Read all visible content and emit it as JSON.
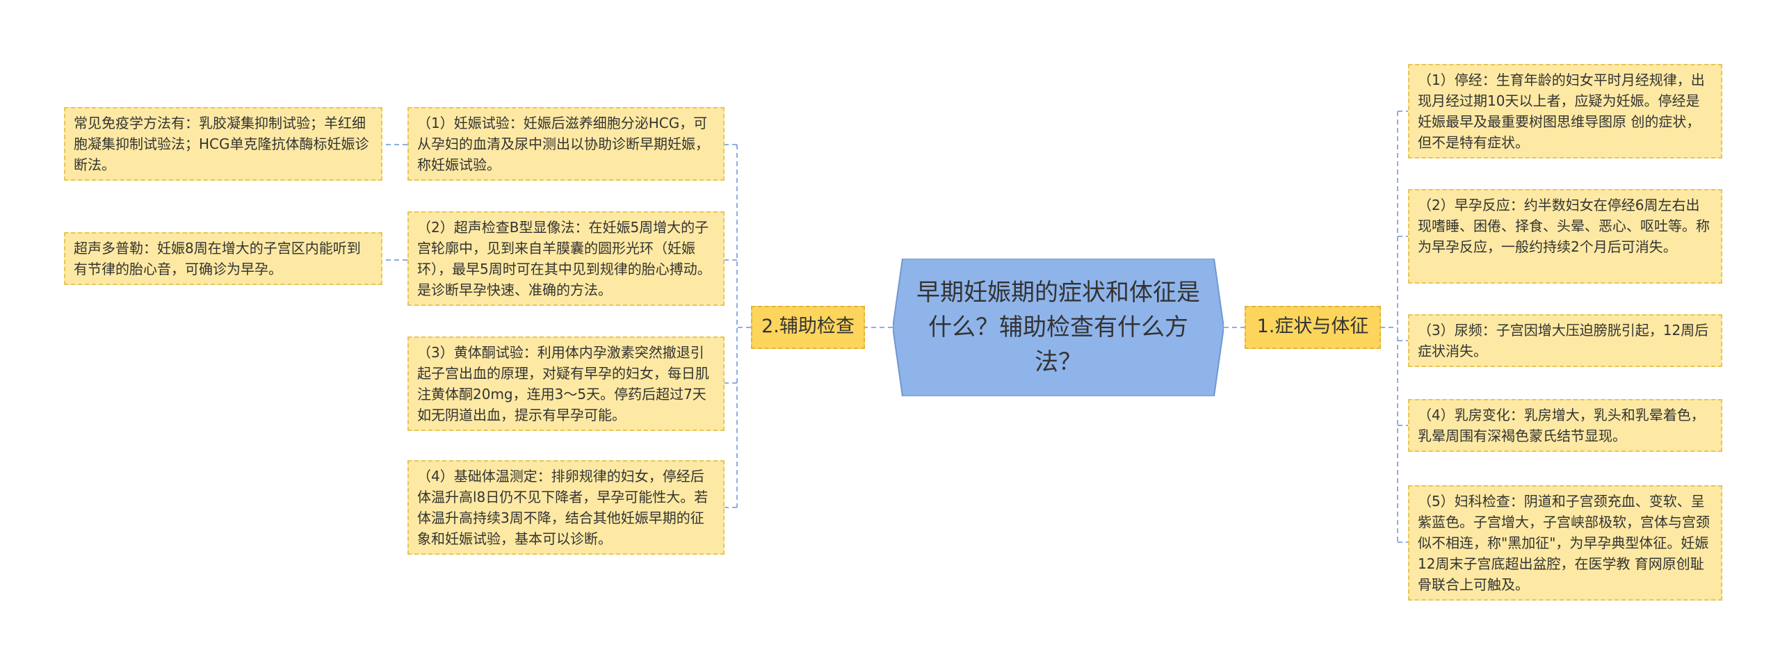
{
  "root": {
    "title": "早期妊娠期的症状和体征是什么？辅助检查有什么方法？"
  },
  "branches": {
    "right": {
      "label": "1.症状与体征"
    },
    "left": {
      "label": "2.辅助检查"
    }
  },
  "right_items": [
    "（1）停经：生育年龄的妇女平时月经规律，出现月经过期10天以上者，应疑为妊娠。停经是妊娠最早及最重要树图思维导图原 创的症状，但不是特有症状。",
    "（2）早孕反应：约半数妇女在停经6周左右出现嗜睡、困倦、择食、头晕、恶心、呕吐等。称为早孕反应，一般约持续2个月后可消失。",
    "（3）尿频：子宫因增大压迫膀胱引起，12周后症状消失。",
    "（4）乳房变化：乳房增大，乳头和乳晕着色，乳晕周围有深褐色蒙氏结节显现。",
    "（5）妇科检查：阴道和子宫颈充血、变软、呈紫蓝色。子宫增大，子宫峡部极软，宫体与宫颈似不相连，称\"黑加征\"，为早孕典型体征。妊娠12周末子宫底超出盆腔，在医学教 育网原创耻骨联合上可触及。"
  ],
  "left_items": [
    "（1）妊娠试验：妊娠后滋养细胞分泌HCG，可从孕妇的血清及尿中测出以协助诊断早期妊娠，称妊娠试验。",
    "（2）超声检查B型显像法：在妊娠5周增大的子宫轮廓中，见到来自羊膜囊的圆形光环（妊娠环），最早5周时可在其中见到规律的胎心搏动。是诊断早孕快速、准确的方法。",
    "（3）黄体酮试验：利用体内孕激素突然撤退引起子宫出血的原理，对疑有早孕的妇女，每日肌注黄体酮20mg，连用3～5天。停药后超过7天如无阴道出血，提示有早孕可能。",
    "（4）基础体温测定：排卵规律的妇女，停经后体温升高l8日仍不见下降者，早孕可能性大。若体温升高持续3周不降，结合其他妊娠早期的征象和妊娠试验，基本可以诊断。"
  ],
  "far_left_items": [
    "常见免疫学方法有：乳胶凝集抑制试验；羊红细胞凝集抑制试验法；HCG单克隆抗体酶标妊娠诊断法。",
    "超声多普勒：妊娠8周在增大的子宫区内能听到有节律的胎心音，可确诊为早孕。"
  ],
  "colors": {
    "root_fill": "#8fb4ea",
    "root_stroke": "#6f97d4",
    "branch_fill": "#fdd55c",
    "leaf_fill": "#fde9a3",
    "connector": "#8eaee3"
  }
}
